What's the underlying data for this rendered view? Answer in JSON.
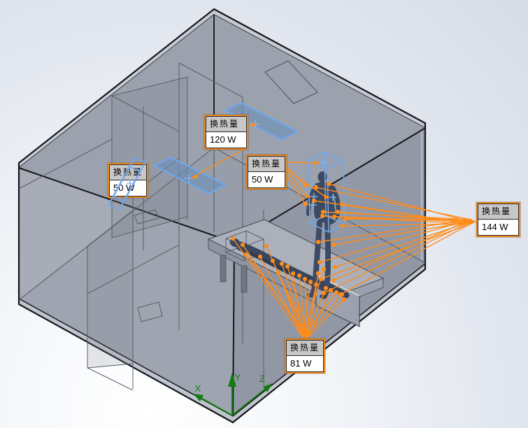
{
  "callouts": [
    {
      "id": "ceiling-light-panels",
      "label": "换热量",
      "value": "120 W"
    },
    {
      "id": "wall-unit",
      "label": "换热量",
      "value": "50 W"
    },
    {
      "id": "standing-person-box",
      "label": "换热量",
      "value": "50 W"
    },
    {
      "id": "standing-person",
      "label": "换热量",
      "value": "144 W"
    },
    {
      "id": "lying-person",
      "label": "换热量",
      "value": "81 W"
    }
  ],
  "triad": {
    "x_label": "X",
    "y_label": "Y",
    "z_label": "Z"
  },
  "colors": {
    "callout_border": "#e9871f",
    "callout_header_bg": "#c7c7c7",
    "leader_orange": "#ff8c19",
    "highlight_blue": "#6fa7ea",
    "triad_green": "#157a15",
    "room_gray": "#9ba1ad"
  }
}
